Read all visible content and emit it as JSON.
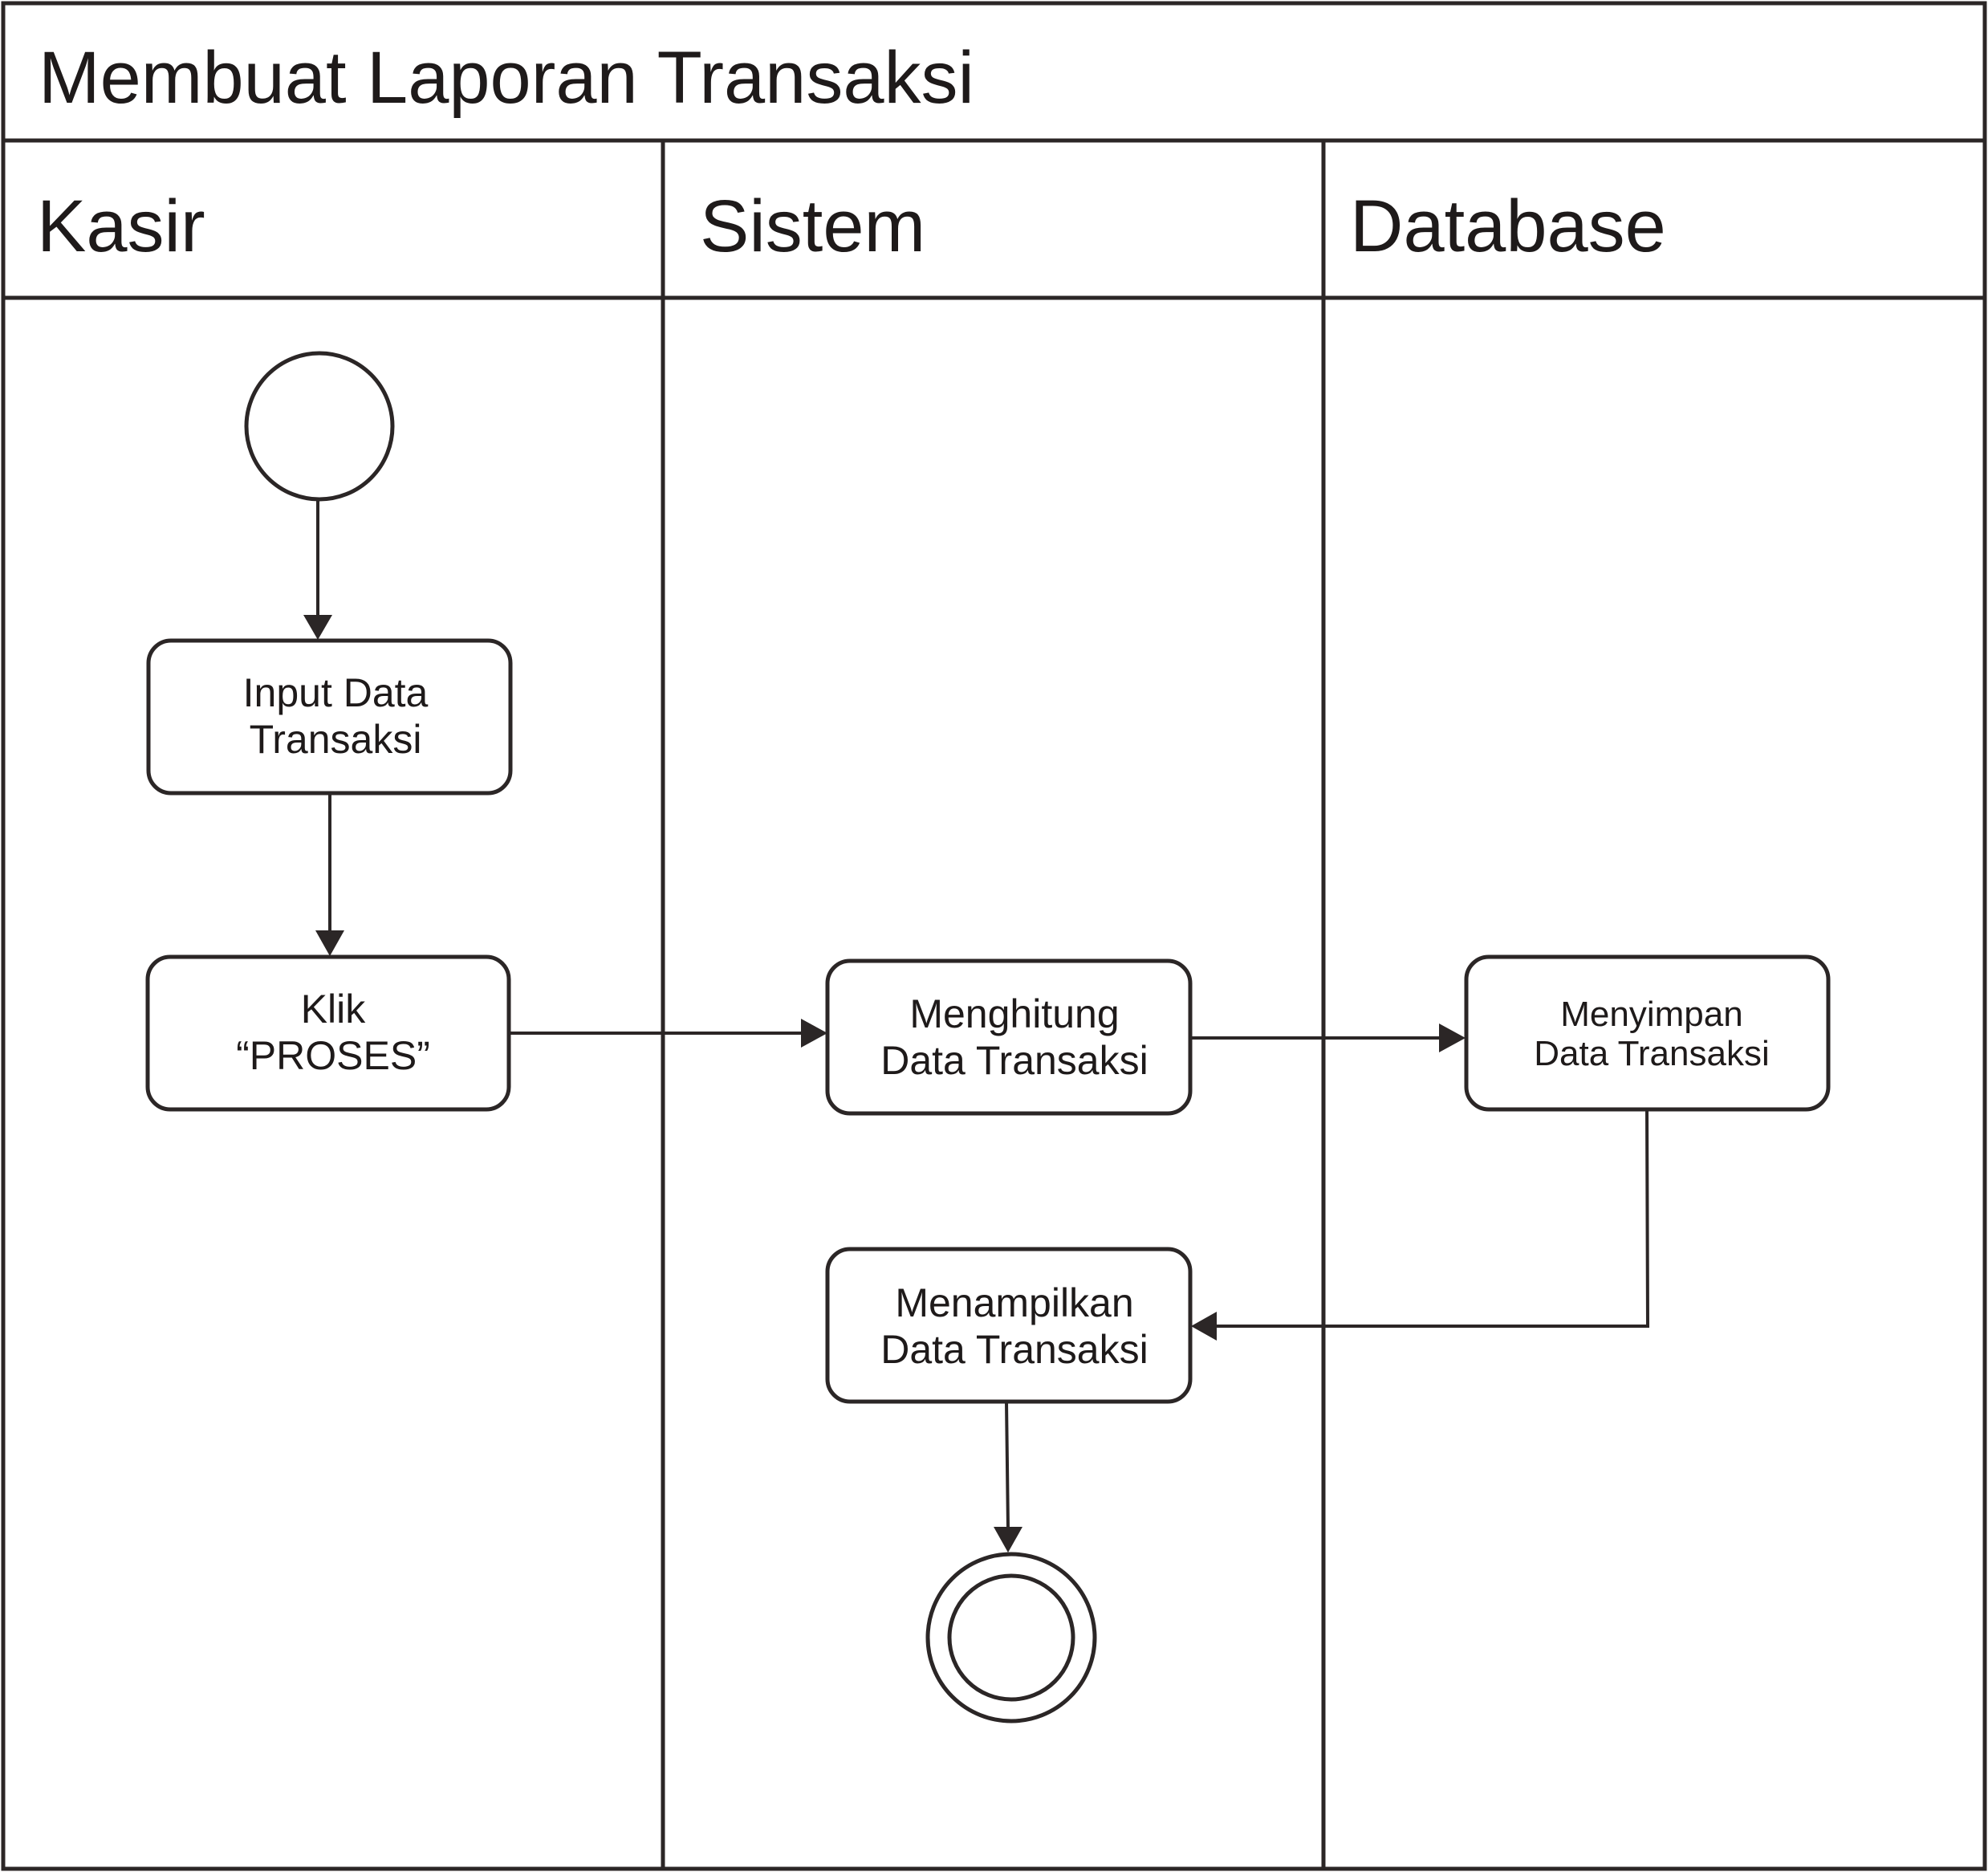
{
  "diagram": {
    "title": "Membuat Laporan Transaksi",
    "lanes": [
      {
        "label": "Kasir"
      },
      {
        "label": "Sistem"
      },
      {
        "label": "Database"
      }
    ],
    "nodes": {
      "input_data": {
        "line1": "Input Data",
        "line2": "Transaksi"
      },
      "klik_proses": {
        "line1": "Klik",
        "line2": "“PROSES”"
      },
      "menghitung": {
        "line1": "Menghitung",
        "line2": "Data Transaksi"
      },
      "menyimpan": {
        "line1": "Menyimpan",
        "line2": "Data Transaksi"
      },
      "menampilkan": {
        "line1": "Menampilkan",
        "line2": "Data Transaksi"
      }
    },
    "colors": {
      "stroke": "#2b2626",
      "text": "#1e1a1a",
      "background": "#ffffff"
    }
  }
}
